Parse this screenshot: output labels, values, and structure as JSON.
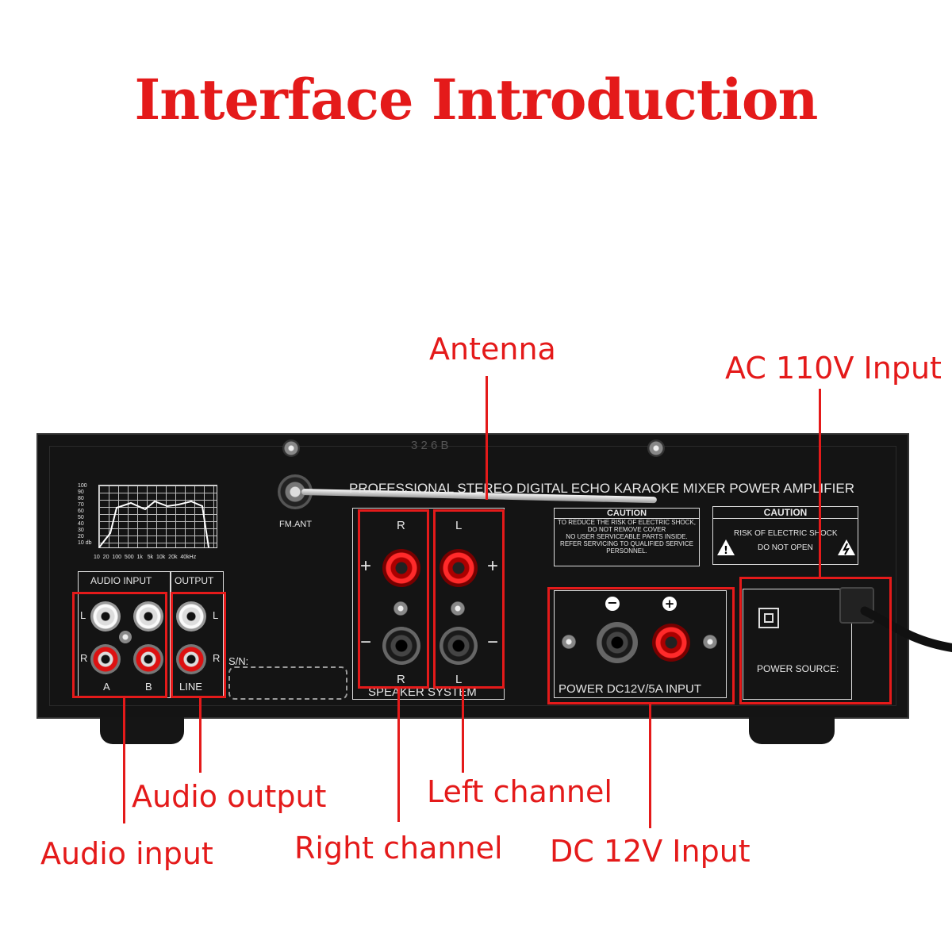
{
  "title": "Interface Introduction",
  "callouts": {
    "antenna": "Antenna",
    "ac_input": "AC 110V Input",
    "audio_output": "Audio output",
    "audio_input": "Audio input",
    "right_channel": "Right channel",
    "left_channel": "Left channel",
    "dc_input": "DC 12V Input"
  },
  "panel": {
    "model": "3 2 6 B",
    "product_name": "PROFESSIONAL STEREO DIGITAL ECHO KARAOKE MIXER POWER AMPLIFIER",
    "fm_ant": "FM.ANT",
    "audio_input_label": "AUDIO INPUT",
    "output_label": "OUTPUT",
    "jack_l": "L",
    "jack_r": "R",
    "jack_a": "A",
    "jack_b": "B",
    "line": "LINE",
    "sn": "S/N:",
    "speaker_system": "SPEAKER SYSTEM",
    "spk_r": "R",
    "spk_l": "L",
    "plus": "+",
    "minus": "−",
    "caution_title": "CAUTION",
    "caution_text_1": "TO REDUCE THE RISK OF ELECTRIC SHOCK,",
    "caution_text_2": "DO NOT REMOVE COVER",
    "caution_text_3": "NO USER SERVICEABLE PARTS INSIDE.",
    "caution_text_4": "REFER SERVICING TO QUALIFIED SERVICE",
    "caution_text_5": "PERSONNEL.",
    "caution2_title": "CAUTION",
    "caution2_text_1": "RISK OF ELECTRIC SHOCK",
    "caution2_text_2": "DO NOT OPEN",
    "dc_input_label": "POWER DC12V/5A INPUT",
    "power_source": "POWER SOURCE:",
    "graph_y": [
      "100",
      "90",
      "80",
      "70",
      "60",
      "50",
      "40",
      "30",
      "20",
      "10 db"
    ],
    "graph_x": "10  20  100  500  1k   5k  10k  20k  40kHz"
  }
}
